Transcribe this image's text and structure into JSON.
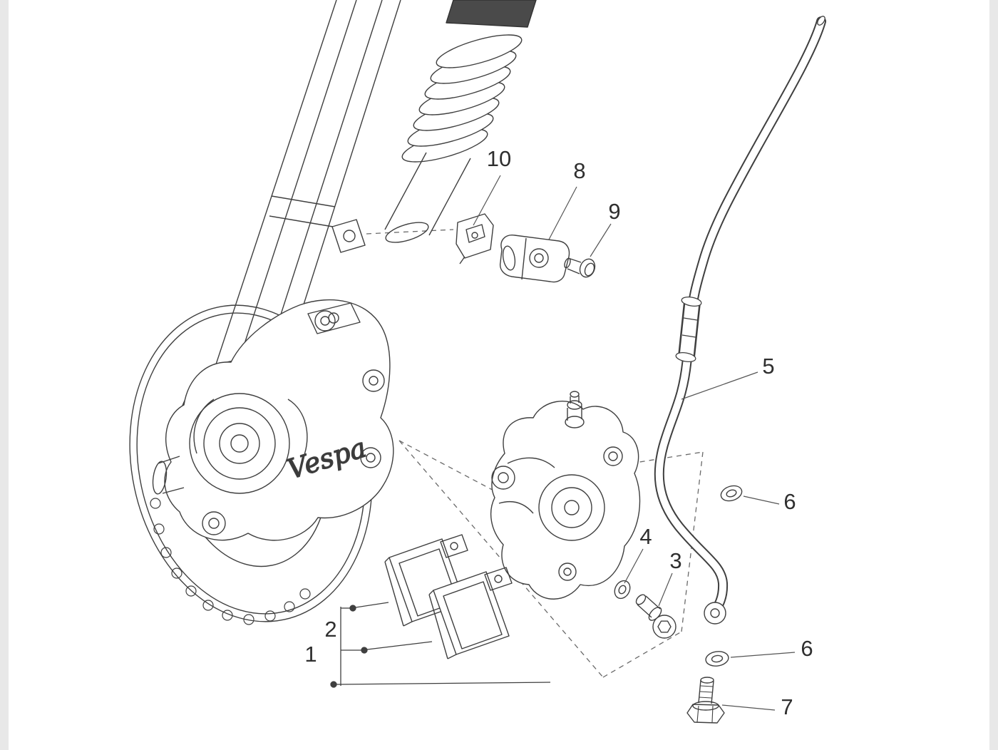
{
  "diagram": {
    "description": "Exploded parts diagram of a scooter front brake assembly: fork, brake disc, caliper, pads, hose and fasteners",
    "logo_text": "Vespa",
    "colors": {
      "line": "#3f3f3f",
      "background": "#ffffff",
      "gutter": "#e8e8e8",
      "label": "#2f2f2f"
    }
  },
  "callouts": {
    "c1": {
      "label": "1"
    },
    "c2": {
      "label": "2"
    },
    "c3": {
      "label": "3"
    },
    "c4": {
      "label": "4"
    },
    "c5": {
      "label": "5"
    },
    "c6_upper": {
      "label": "6"
    },
    "c6_lower": {
      "label": "6"
    },
    "c7": {
      "label": "7"
    },
    "c8": {
      "label": "8"
    },
    "c9": {
      "label": "9"
    },
    "c10": {
      "label": "10"
    }
  }
}
